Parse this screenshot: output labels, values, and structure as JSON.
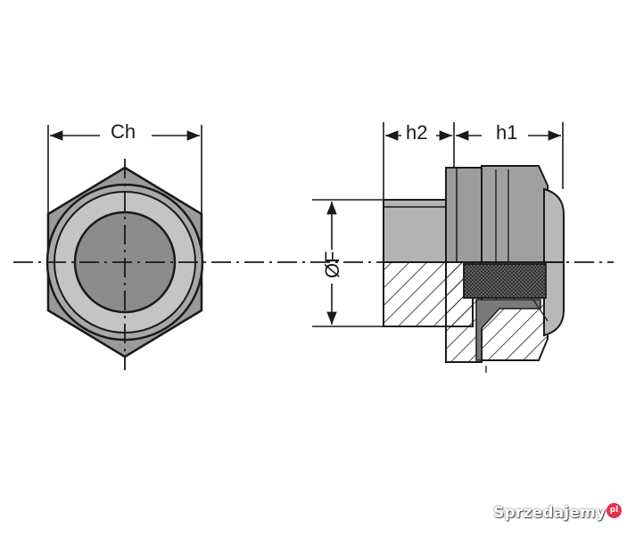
{
  "labels": {
    "ch": "Ch",
    "h2": "h2",
    "h1": "h1",
    "diameter": "ØF"
  },
  "watermark": {
    "text": "Sprzedajemy",
    "badge": "pl"
  },
  "colors": {
    "outline": "#1a1a1a",
    "hex_body": "#9a9a9a",
    "ring_light": "#bdbdbd",
    "inner_disc": "#8a8a8a",
    "thread_body": "#b3b3b3",
    "hatch": "#222222",
    "seal": "#555555"
  }
}
